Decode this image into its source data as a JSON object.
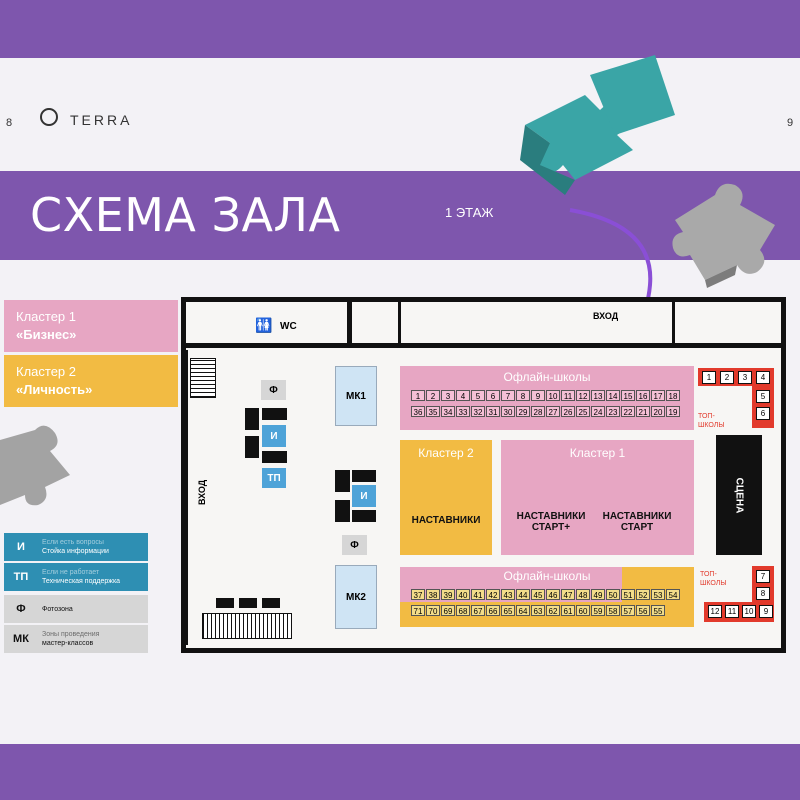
{
  "header": {
    "page_left": "8",
    "page_right": "9",
    "logo": "TERRA"
  },
  "title": "СХЕМА ЗАЛА",
  "floor": "1 ЭТАЖ",
  "clusters": [
    {
      "line1": "Кластер 1",
      "line2": "«Бизнес»",
      "color": "#e7a6c3"
    },
    {
      "line1": "Кластер 2",
      "line2": "«Личность»",
      "color": "#f2bb43"
    }
  ],
  "plan": {
    "wc": "WC",
    "entrance_top": "ВХОД",
    "entrance_left": "ВХОД",
    "stage": "СЦЕНА",
    "top_schools_label": "ТОП-\nШКОЛЫ",
    "offline_top": "Офлайн-школы",
    "offline_bottom": "Офлайн-школы",
    "cluster2_label": "Кластер 2",
    "cluster1_label": "Кластер 1",
    "mentors": "НАСТАВНИКИ",
    "mentors_start_plus": "НАСТАВНИКИ СТАРТ+",
    "mentors_start": "НАСТАВНИКИ СТАРТ",
    "mk1": "МК1",
    "mk2": "МК2",
    "f": "Ф",
    "i": "И",
    "tp": "ТП",
    "top_row1": [
      "1",
      "2",
      "3",
      "4",
      "5",
      "6",
      "7",
      "8",
      "9",
      "10",
      "11",
      "12",
      "13",
      "14",
      "15",
      "16",
      "17",
      "18"
    ],
    "top_row2": [
      "36",
      "35",
      "34",
      "33",
      "32",
      "31",
      "30",
      "29",
      "28",
      "27",
      "26",
      "25",
      "24",
      "23",
      "22",
      "21",
      "20",
      "19"
    ],
    "bottom_row1": [
      "37",
      "38",
      "39",
      "40",
      "41",
      "42",
      "43",
      "44",
      "45",
      "46",
      "47",
      "48",
      "49",
      "50",
      "51",
      "52",
      "53",
      "54"
    ],
    "bottom_row2": [
      "71",
      "70",
      "69",
      "68",
      "67",
      "66",
      "65",
      "64",
      "63",
      "62",
      "61",
      "60",
      "59",
      "58",
      "57",
      "56",
      "55"
    ],
    "top_schools_upper": [
      "1",
      "2",
      "3",
      "4",
      "5",
      "6"
    ],
    "top_schools_lower": [
      "7",
      "8",
      "12",
      "11",
      "10",
      "9"
    ]
  },
  "legend": [
    {
      "code": "И",
      "line1": "Если есть вопросы",
      "line2": "Стойка информации",
      "color": "#2e8fb3",
      "text_color": "#ffffff"
    },
    {
      "code": "ТП",
      "line1": "Если не работает",
      "line2": "Техническая поддержка",
      "color": "#2e8fb3",
      "text_color": "#ffffff"
    },
    {
      "code": "Ф",
      "line1": "",
      "line2": "Фотозона",
      "color": "#d6d6d6",
      "text_color": "#111111"
    },
    {
      "code": "МК",
      "line1": "Зоны проведения",
      "line2": "мастер-классов",
      "color": "#d6d6d6",
      "text_color": "#111111"
    }
  ]
}
